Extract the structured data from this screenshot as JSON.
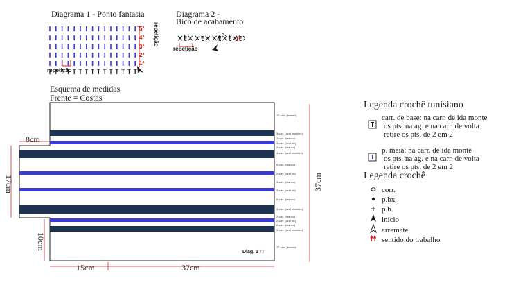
{
  "diagram1": {
    "title": "Diagrama 1 - Ponto fantasia",
    "row_labels": [
      "5ª",
      "4ª",
      "3ª",
      "2ª",
      "1ª"
    ],
    "repeat_vertical": "repetição",
    "repeat_horizontal": "repetição"
  },
  "diagram2": {
    "title_line1": "Diagrama 2 -",
    "title_line2": "Bico de acabamento",
    "repeat_label": "repetição",
    "row_label": "1ª"
  },
  "schematic": {
    "title_line1": "Esquema de medidas",
    "title_line2": "Frente = Costas",
    "dim_8cm": "8cm",
    "dim_17cm": "17cm",
    "dim_10cm": "10cm",
    "dim_15cm": "15cm",
    "dim_37cm_bottom": "37cm",
    "dim_37cm_right": "37cm",
    "diag_label": "Diag. 1",
    "diag_arrows": "↑↑",
    "stripes": [
      {
        "label": "12 carr. (branco)"
      },
      {
        "label": "3 carr. (azul marinho)"
      },
      {
        "label": "2 carr. (branco)"
      },
      {
        "label": "2 carr. (azul bic)"
      },
      {
        "label": "2 carr. (branco)"
      },
      {
        "label": "4 carr. (azul marinho)"
      },
      {
        "label": "6 carr. (branco)"
      },
      {
        "label": "2 carr. (azul bic)"
      },
      {
        "label": "3 carr. (branco)"
      },
      {
        "label": "2 carr. (azul bic)"
      },
      {
        "label": "6 carr. (branco)"
      },
      {
        "label": "4 carr. (azul marinho)"
      },
      {
        "label": "2 carr. (branco)"
      },
      {
        "label": "2 carr. (azul bic)"
      },
      {
        "label": "2 carr. (branco)"
      },
      {
        "label": "3 carr. (azul marinho)"
      },
      {
        "label": "12 carr. (branco)"
      }
    ]
  },
  "legend_tunisian": {
    "heading": "Legenda crochê tunisiano",
    "items": [
      {
        "icon": "tunisian-base-icon",
        "lines": [
          "carr. de base: na carr. de ida monte",
          "os pts. na ag. e na carr. de volta",
          "retire os pts. de 2 em 2"
        ]
      },
      {
        "icon": "tunisian-half-stitch-icon",
        "lines": [
          "p. meia: na carr. de ida monte",
          "os pts. na ag. e na carr. de volta",
          "retire os pts. de 2 em 2"
        ]
      }
    ]
  },
  "legend_crochet": {
    "heading": "Legenda crochê",
    "items": [
      {
        "icon": "chain-circle-icon",
        "label": "corr."
      },
      {
        "icon": "slip-stitch-dot-icon",
        "label": "p.bx."
      },
      {
        "icon": "single-crochet-plus-icon",
        "label": "p.b."
      },
      {
        "icon": "start-arrow-icon",
        "label": "início"
      },
      {
        "icon": "finish-arrow-icon",
        "label": "arremate"
      },
      {
        "icon": "work-direction-arrows-icon",
        "label": "sentido do trabalho"
      }
    ]
  },
  "colors": {
    "navy": "#1f3150",
    "royal_blue": "#3b3bd0",
    "red": "#d61f1f",
    "stitch_blue": "#3a3ad8"
  }
}
